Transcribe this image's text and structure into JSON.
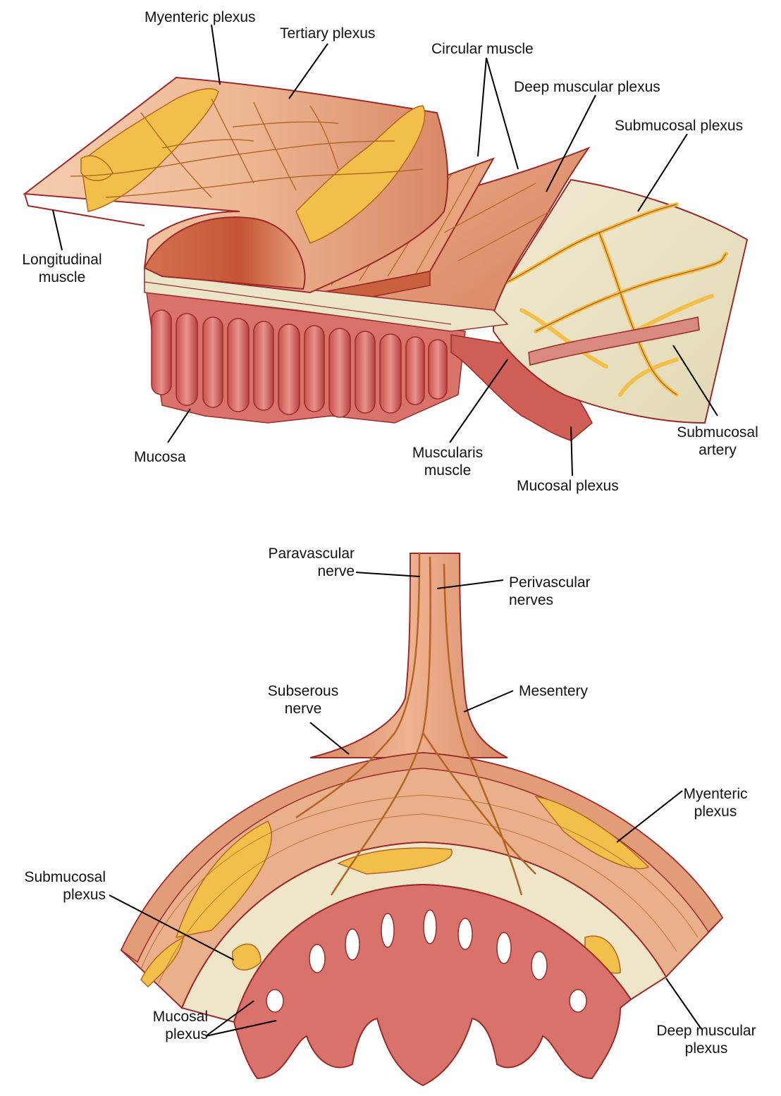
{
  "top_panel": {
    "labels": {
      "myenteric_plexus": "Myenteric plexus",
      "tertiary_plexus": "Tertiary plexus",
      "circular_muscle": "Circular muscle",
      "deep_muscular_plexus": "Deep muscular plexus",
      "submucosal_plexus": "Submucosal plexus",
      "longitudinal_muscle": "Longitudinal\nmuscle",
      "mucosa": "Mucosa",
      "muscularis_muscle": "Muscularis\nmuscle",
      "mucosal_plexus": "Mucosal plexus",
      "submucosal_artery": "Submucosal\nartery"
    }
  },
  "bottom_panel": {
    "labels": {
      "paravascular_nerve": "Paravascular\nnerve",
      "perivascular_nerves": "Perivascular\nnerves",
      "subserous_nerve": "Subserous\nnerve",
      "mesentery": "Mesentery",
      "myenteric_plexus": "Myenteric\nplexus",
      "submucosal_plexus": "Submucosal\nplexus",
      "mucosal_plexus": "Mucosal\nplexus",
      "deep_muscular_plexus": "Deep muscular\nplexus"
    }
  },
  "colors": {
    "muscle_light": "#f2c29f",
    "muscle_mid": "#e3a47c",
    "muscle_dark": "#c65a3c",
    "mucosa": "#d9726a",
    "mucosa_dark": "#a8333a",
    "submucosa": "#ece4c8",
    "plexus": "#f2c04a",
    "nerve": "#b4651f",
    "outline": "#9b2b2b"
  }
}
